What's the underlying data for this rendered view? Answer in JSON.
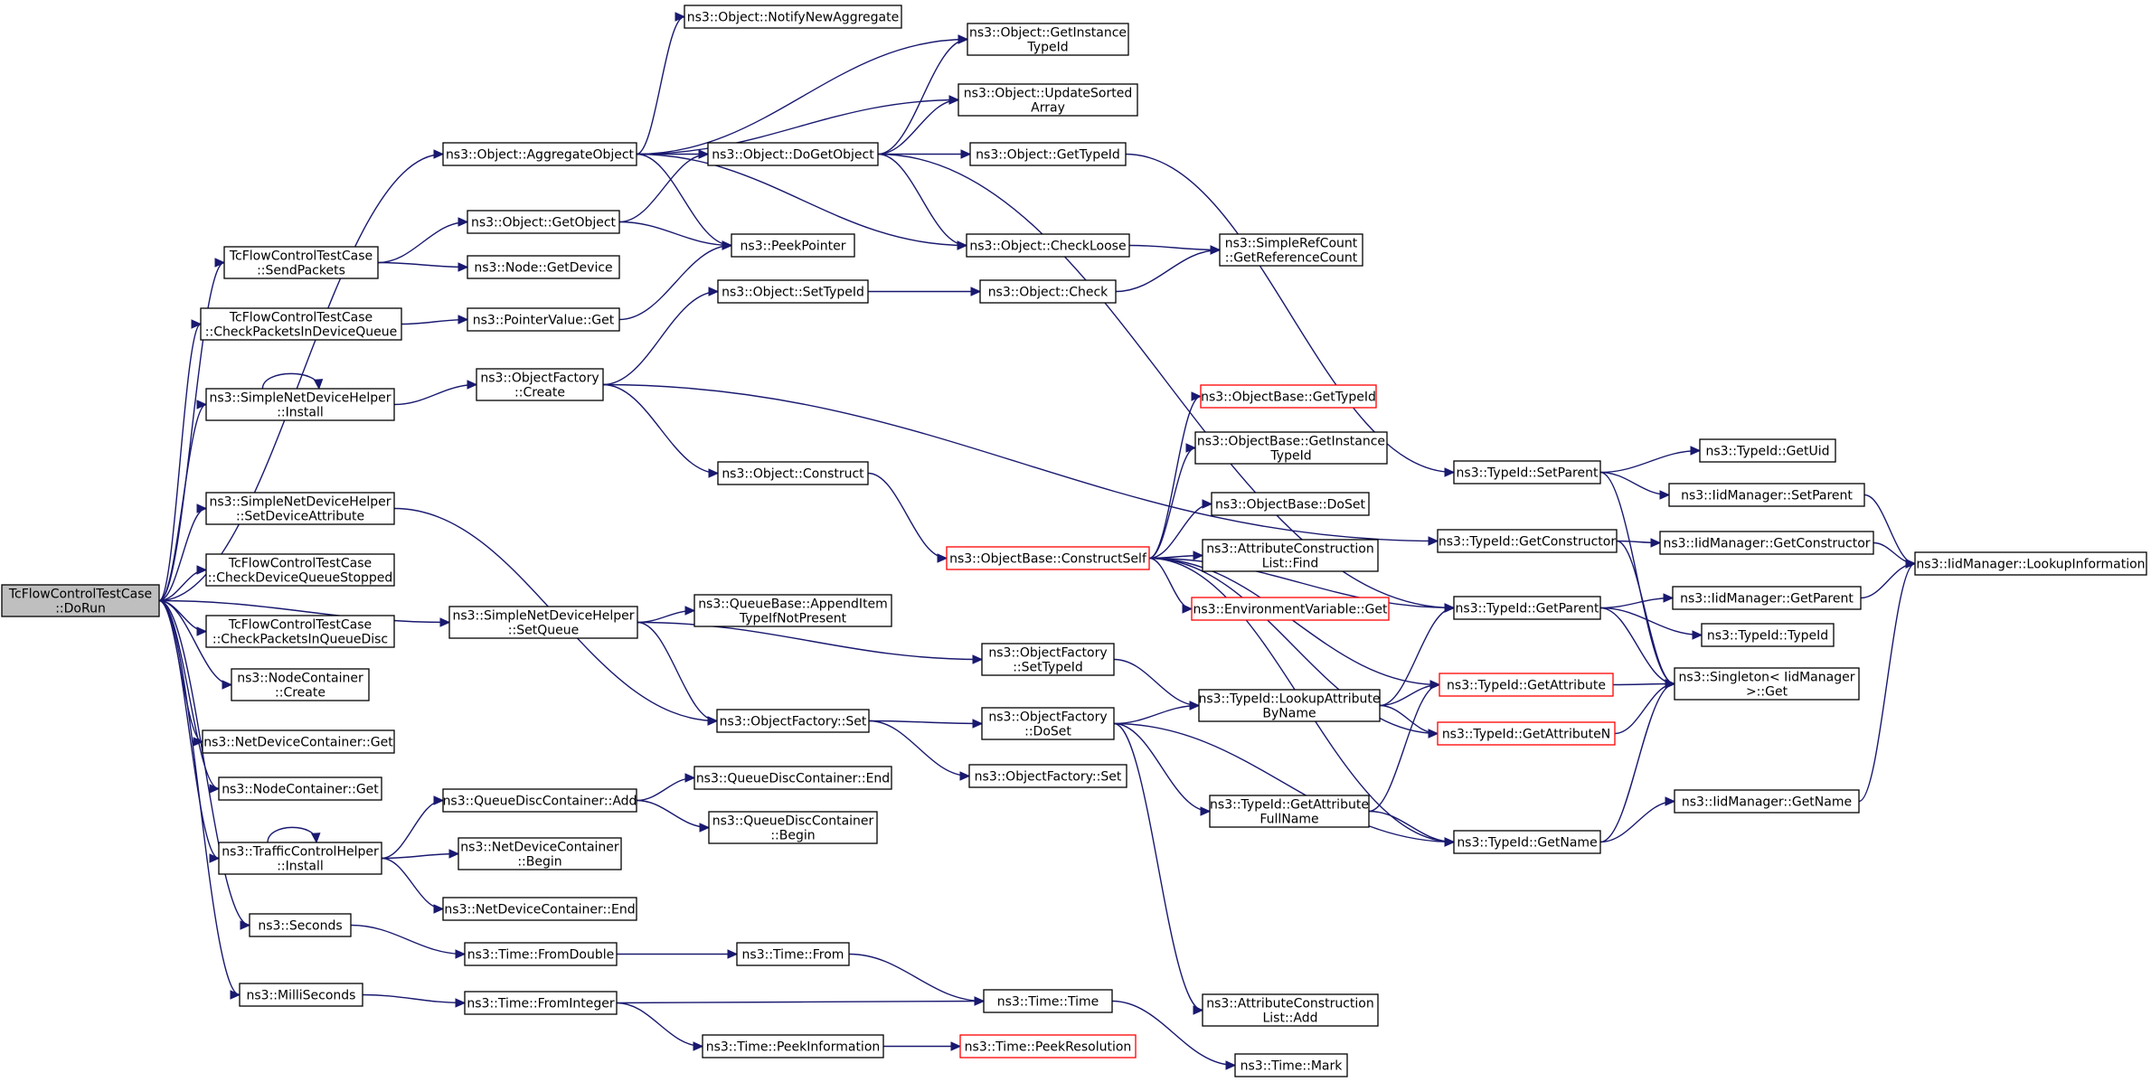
{
  "colors": {
    "edge": "#191970",
    "root_fill": "#bfbfbf",
    "red_border": "#ff0000"
  },
  "nodes": [
    {
      "id": "root",
      "lines": [
        "TcFlowControlTestCase",
        "::DoRun"
      ],
      "kind": "root"
    },
    {
      "id": "aggregate",
      "lines": [
        "ns3::Object::AggregateObject"
      ]
    },
    {
      "id": "sendPackets",
      "lines": [
        "TcFlowControlTestCase",
        "::SendPackets"
      ]
    },
    {
      "id": "checkPktDevQ",
      "lines": [
        "TcFlowControlTestCase",
        "::CheckPacketsInDeviceQueue"
      ]
    },
    {
      "id": "sndhInstall",
      "lines": [
        "ns3::SimpleNetDeviceHelper",
        "::Install"
      ]
    },
    {
      "id": "sndhSetDevAttr",
      "lines": [
        "ns3::SimpleNetDeviceHelper",
        "::SetDeviceAttribute"
      ]
    },
    {
      "id": "checkDevQStopped",
      "lines": [
        "TcFlowControlTestCase",
        "::CheckDeviceQueueStopped"
      ]
    },
    {
      "id": "checkPktQDisc",
      "lines": [
        "TcFlowControlTestCase",
        "::CheckPacketsInQueueDisc"
      ]
    },
    {
      "id": "nodeContCreate",
      "lines": [
        "ns3::NodeContainer",
        "::Create"
      ]
    },
    {
      "id": "ndcGet",
      "lines": [
        "ns3::NetDeviceContainer::Get"
      ]
    },
    {
      "id": "ncGet",
      "lines": [
        "ns3::NodeContainer::Get"
      ]
    },
    {
      "id": "tchInstall",
      "lines": [
        "ns3::TrafficControlHelper",
        "::Install"
      ]
    },
    {
      "id": "seconds",
      "lines": [
        "ns3::Seconds"
      ]
    },
    {
      "id": "milliseconds",
      "lines": [
        "ns3::MilliSeconds"
      ]
    },
    {
      "id": "getObject",
      "lines": [
        "ns3::Object::GetObject"
      ]
    },
    {
      "id": "nodeGetDevice",
      "lines": [
        "ns3::Node::GetDevice"
      ]
    },
    {
      "id": "pointerValueGet",
      "lines": [
        "ns3::PointerValue::Get"
      ]
    },
    {
      "id": "ofCreate",
      "lines": [
        "ns3::ObjectFactory",
        "::Create"
      ]
    },
    {
      "id": "sndhSetQueue",
      "lines": [
        "ns3::SimpleNetDeviceHelper",
        "::SetQueue"
      ]
    },
    {
      "id": "qdcAdd",
      "lines": [
        "ns3::QueueDiscContainer::Add"
      ]
    },
    {
      "id": "ndcBegin",
      "lines": [
        "ns3::NetDeviceContainer",
        "::Begin"
      ]
    },
    {
      "id": "ndcEnd",
      "lines": [
        "ns3::NetDeviceContainer::End"
      ]
    },
    {
      "id": "timeFromDouble",
      "lines": [
        "ns3::Time::FromDouble"
      ]
    },
    {
      "id": "timeFromInteger",
      "lines": [
        "ns3::Time::FromInteger"
      ]
    },
    {
      "id": "notifyNewAgg",
      "lines": [
        "ns3::Object::NotifyNewAggregate"
      ]
    },
    {
      "id": "doGetObject",
      "lines": [
        "ns3::Object::DoGetObject"
      ]
    },
    {
      "id": "peekPointer",
      "lines": [
        "ns3::PeekPointer"
      ]
    },
    {
      "id": "objSetTypeId",
      "lines": [
        "ns3::Object::SetTypeId"
      ]
    },
    {
      "id": "objConstruct",
      "lines": [
        "ns3::Object::Construct"
      ]
    },
    {
      "id": "qbAppend",
      "lines": [
        "ns3::QueueBase::AppendItem",
        "TypeIfNotPresent"
      ]
    },
    {
      "id": "ofSet",
      "lines": [
        "ns3::ObjectFactory::Set"
      ]
    },
    {
      "id": "qdcEnd",
      "lines": [
        "ns3::QueueDiscContainer::End"
      ]
    },
    {
      "id": "qdcBegin",
      "lines": [
        "ns3::QueueDiscContainer",
        "::Begin"
      ]
    },
    {
      "id": "timeFrom",
      "lines": [
        "ns3::Time::From"
      ]
    },
    {
      "id": "timePeekInfo",
      "lines": [
        "ns3::Time::PeekInformation"
      ]
    },
    {
      "id": "objGetInstTypeId",
      "lines": [
        "ns3::Object::GetInstance",
        "TypeId"
      ]
    },
    {
      "id": "objUpdateSorted",
      "lines": [
        "ns3::Object::UpdateSorted",
        "Array"
      ]
    },
    {
      "id": "objGetTypeId",
      "lines": [
        "ns3::Object::GetTypeId"
      ]
    },
    {
      "id": "objCheckLoose",
      "lines": [
        "ns3::Object::CheckLoose"
      ]
    },
    {
      "id": "objCheck",
      "lines": [
        "ns3::Object::Check"
      ]
    },
    {
      "id": "obConstructSelf",
      "lines": [
        "ns3::ObjectBase::ConstructSelf"
      ],
      "kind": "red"
    },
    {
      "id": "ofSetTypeId",
      "lines": [
        "ns3::ObjectFactory",
        "::SetTypeId"
      ]
    },
    {
      "id": "ofDoSet",
      "lines": [
        "ns3::ObjectFactory",
        "::DoSet"
      ]
    },
    {
      "id": "ofSet2",
      "lines": [
        "ns3::ObjectFactory::Set"
      ]
    },
    {
      "id": "timeTime",
      "lines": [
        "ns3::Time::Time"
      ]
    },
    {
      "id": "timePeekRes",
      "lines": [
        "ns3::Time::PeekResolution"
      ],
      "kind": "red"
    },
    {
      "id": "srcGetRefCount",
      "lines": [
        "ns3::SimpleRefCount",
        "::GetReferenceCount"
      ]
    },
    {
      "id": "obGetTypeId",
      "lines": [
        "ns3::ObjectBase::GetTypeId"
      ],
      "kind": "red"
    },
    {
      "id": "obGetInstTypeId",
      "lines": [
        "ns3::ObjectBase::GetInstance",
        "TypeId"
      ]
    },
    {
      "id": "obDoSet",
      "lines": [
        "ns3::ObjectBase::DoSet"
      ]
    },
    {
      "id": "acListFind",
      "lines": [
        "ns3::AttributeConstruction",
        "List::Find"
      ]
    },
    {
      "id": "envGet",
      "lines": [
        "ns3::EnvironmentVariable::Get"
      ],
      "kind": "red"
    },
    {
      "id": "tidLookupAttr",
      "lines": [
        "ns3::TypeId::LookupAttribute",
        "ByName"
      ]
    },
    {
      "id": "tidGetAttrFull",
      "lines": [
        "ns3::TypeId::GetAttribute",
        "FullName"
      ]
    },
    {
      "id": "acListAdd",
      "lines": [
        "ns3::AttributeConstruction",
        "List::Add"
      ]
    },
    {
      "id": "timeMark",
      "lines": [
        "ns3::Time::Mark"
      ]
    },
    {
      "id": "tidSetParent",
      "lines": [
        "ns3::TypeId::SetParent"
      ]
    },
    {
      "id": "tidGetConstructor",
      "lines": [
        "ns3::TypeId::GetConstructor"
      ]
    },
    {
      "id": "tidGetParent",
      "lines": [
        "ns3::TypeId::GetParent"
      ]
    },
    {
      "id": "tidGetAttribute",
      "lines": [
        "ns3::TypeId::GetAttribute"
      ],
      "kind": "red"
    },
    {
      "id": "tidGetAttributeN",
      "lines": [
        "ns3::TypeId::GetAttributeN"
      ],
      "kind": "red"
    },
    {
      "id": "tidGetName",
      "lines": [
        "ns3::TypeId::GetName"
      ]
    },
    {
      "id": "tidGetUid",
      "lines": [
        "ns3::TypeId::GetUid"
      ]
    },
    {
      "id": "iidSetParent",
      "lines": [
        "ns3::IidManager::SetParent"
      ]
    },
    {
      "id": "iidGetConstructor",
      "lines": [
        "ns3::IidManager::GetConstructor"
      ]
    },
    {
      "id": "iidGetParent",
      "lines": [
        "ns3::IidManager::GetParent"
      ]
    },
    {
      "id": "tidTypeId",
      "lines": [
        "ns3::TypeId::TypeId"
      ]
    },
    {
      "id": "singletonGet",
      "lines": [
        "ns3::Singleton< IidManager",
        " >::Get"
      ]
    },
    {
      "id": "iidGetName",
      "lines": [
        "ns3::IidManager::GetName"
      ]
    },
    {
      "id": "iidLookupInfo",
      "lines": [
        "ns3::IidManager::LookupInformation"
      ]
    }
  ],
  "edges": [
    [
      "root",
      "aggregate"
    ],
    [
      "root",
      "sendPackets"
    ],
    [
      "root",
      "checkPktDevQ"
    ],
    [
      "root",
      "sndhInstall"
    ],
    [
      "root",
      "sndhSetDevAttr"
    ],
    [
      "root",
      "checkDevQStopped"
    ],
    [
      "root",
      "checkPktQDisc"
    ],
    [
      "root",
      "nodeContCreate"
    ],
    [
      "root",
      "ndcGet"
    ],
    [
      "root",
      "ncGet"
    ],
    [
      "root",
      "tchInstall"
    ],
    [
      "root",
      "seconds"
    ],
    [
      "root",
      "milliseconds"
    ],
    [
      "root",
      "sndhSetQueue"
    ],
    [
      "aggregate",
      "notifyNewAgg"
    ],
    [
      "aggregate",
      "objGetInstTypeId"
    ],
    [
      "aggregate",
      "objUpdateSorted"
    ],
    [
      "aggregate",
      "doGetObject"
    ],
    [
      "aggregate",
      "peekPointer"
    ],
    [
      "aggregate",
      "objCheckLoose"
    ],
    [
      "sendPackets",
      "getObject"
    ],
    [
      "sendPackets",
      "nodeGetDevice"
    ],
    [
      "checkPktDevQ",
      "pointerValueGet"
    ],
    [
      "sndhInstall",
      "sndhInstall"
    ],
    [
      "sndhInstall",
      "ofCreate"
    ],
    [
      "sndhSetDevAttr",
      "ofSet"
    ],
    [
      "tchInstall",
      "tchInstall"
    ],
    [
      "tchInstall",
      "qdcAdd"
    ],
    [
      "tchInstall",
      "ndcBegin"
    ],
    [
      "tchInstall",
      "ndcEnd"
    ],
    [
      "seconds",
      "timeFromDouble"
    ],
    [
      "milliseconds",
      "timeFromInteger"
    ],
    [
      "getObject",
      "doGetObject"
    ],
    [
      "getObject",
      "peekPointer"
    ],
    [
      "pointerValueGet",
      "peekPointer"
    ],
    [
      "ofCreate",
      "objSetTypeId"
    ],
    [
      "ofCreate",
      "objConstruct"
    ],
    [
      "ofCreate",
      "tidGetConstructor"
    ],
    [
      "sndhSetQueue",
      "qbAppend"
    ],
    [
      "sndhSetQueue",
      "ofSetTypeId"
    ],
    [
      "sndhSetQueue",
      "ofSet"
    ],
    [
      "qdcAdd",
      "qdcEnd"
    ],
    [
      "qdcAdd",
      "qdcBegin"
    ],
    [
      "timeFromDouble",
      "timeFrom"
    ],
    [
      "timeFromInteger",
      "timeTime"
    ],
    [
      "timeFromInteger",
      "timePeekInfo"
    ],
    [
      "doGetObject",
      "objGetInstTypeId"
    ],
    [
      "doGetObject",
      "objUpdateSorted"
    ],
    [
      "doGetObject",
      "objGetTypeId"
    ],
    [
      "doGetObject",
      "objCheckLoose"
    ],
    [
      "doGetObject",
      "tidGetParent"
    ],
    [
      "objSetTypeId",
      "objCheck"
    ],
    [
      "objConstruct",
      "obConstructSelf"
    ],
    [
      "ofSet",
      "ofDoSet"
    ],
    [
      "ofSet",
      "ofSet2"
    ],
    [
      "timeFrom",
      "timeTime"
    ],
    [
      "timePeekInfo",
      "timePeekRes"
    ],
    [
      "objGetTypeId",
      "tidSetParent"
    ],
    [
      "objCheckLoose",
      "srcGetRefCount"
    ],
    [
      "objCheck",
      "srcGetRefCount"
    ],
    [
      "obConstructSelf",
      "obGetTypeId"
    ],
    [
      "obConstructSelf",
      "obGetInstTypeId"
    ],
    [
      "obConstructSelf",
      "obDoSet"
    ],
    [
      "obConstructSelf",
      "acListFind"
    ],
    [
      "obConstructSelf",
      "envGet"
    ],
    [
      "obConstructSelf",
      "tidGetParent"
    ],
    [
      "obConstructSelf",
      "tidGetAttribute"
    ],
    [
      "obConstructSelf",
      "tidGetAttributeN"
    ],
    [
      "obConstructSelf",
      "tidGetName"
    ],
    [
      "ofSetTypeId",
      "tidLookupAttr"
    ],
    [
      "ofDoSet",
      "tidLookupAttr"
    ],
    [
      "ofDoSet",
      "acListAdd"
    ],
    [
      "ofDoSet",
      "tidGetAttrFull"
    ],
    [
      "ofDoSet",
      "tidGetName"
    ],
    [
      "timeTime",
      "timeMark"
    ],
    [
      "tidLookupAttr",
      "tidGetParent"
    ],
    [
      "tidLookupAttr",
      "tidGetAttribute"
    ],
    [
      "tidLookupAttr",
      "tidGetAttributeN"
    ],
    [
      "tidGetAttrFull",
      "tidGetAttribute"
    ],
    [
      "tidGetAttrFull",
      "tidGetName"
    ],
    [
      "tidSetParent",
      "tidGetUid"
    ],
    [
      "tidSetParent",
      "iidSetParent"
    ],
    [
      "tidSetParent",
      "singletonGet"
    ],
    [
      "tidGetConstructor",
      "iidGetConstructor"
    ],
    [
      "tidGetConstructor",
      "singletonGet"
    ],
    [
      "tidGetParent",
      "iidGetParent"
    ],
    [
      "tidGetParent",
      "tidTypeId"
    ],
    [
      "tidGetParent",
      "singletonGet"
    ],
    [
      "tidGetAttribute",
      "singletonGet"
    ],
    [
      "tidGetAttributeN",
      "singletonGet"
    ],
    [
      "tidGetName",
      "singletonGet"
    ],
    [
      "tidGetName",
      "iidGetName"
    ],
    [
      "iidSetParent",
      "iidLookupInfo"
    ],
    [
      "iidGetConstructor",
      "iidLookupInfo"
    ],
    [
      "iidGetParent",
      "iidLookupInfo"
    ],
    [
      "iidGetName",
      "iidLookupInfo"
    ]
  ]
}
